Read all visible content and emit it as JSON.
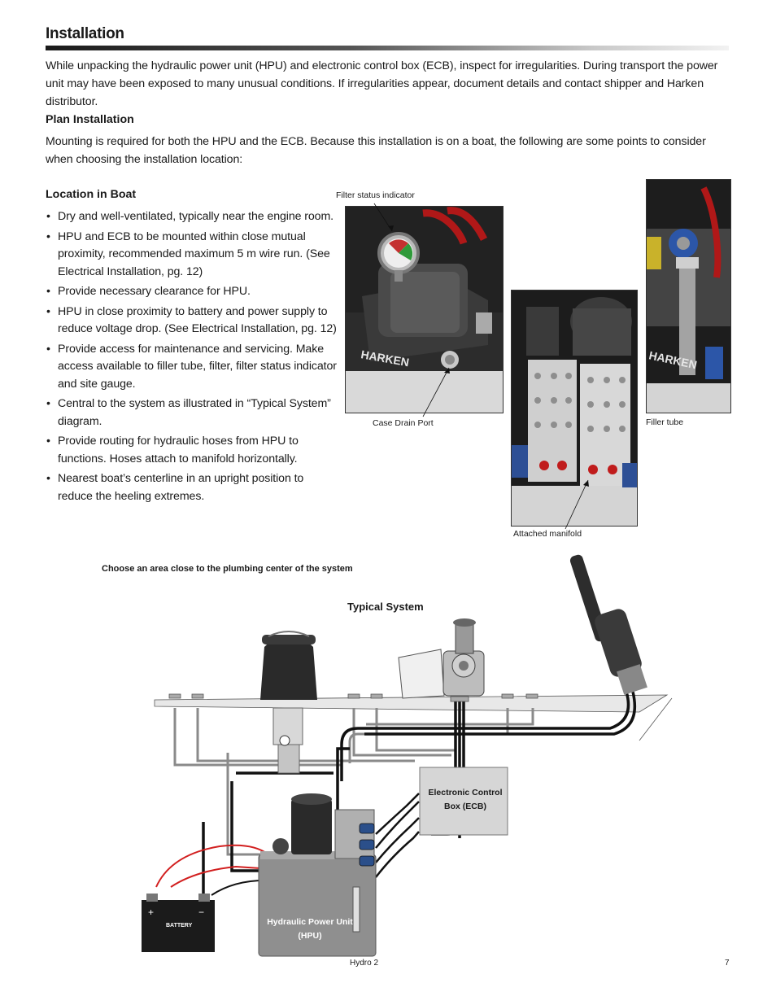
{
  "page": {
    "title": "Installation",
    "intro": "While unpacking the hydraulic power unit (HPU) and electronic control box (ECB), inspect for irregularities. During transport the power unit may have been exposed to many unusual conditions. If irregularities appear, document details and contact shipper and Harken distributor.",
    "plan_heading": "Plan Installation",
    "plan_text": "Mounting is required for both the HPU and the ECB. Because this installation is on a boat, the following are some points to consider when choosing the installation location:",
    "location_heading": "Location in Boat",
    "bullets": [
      "Dry and well-ventilated, typically near the engine room.",
      "HPU and ECB to be mounted within close mutual proximity, recommended maximum 5 m wire run. (See Electrical Installation, pg. 12)",
      "Provide necessary clearance for HPU.",
      "HPU in close proximity to battery and power supply to reduce voltage drop. (See Electrical Installation, pg. 12)",
      "Provide access for maintenance and servicing. Make access available to filler tube, filter, filter status indicator and site gauge.",
      "Central to the system as illustrated in “Typical System” diagram.",
      "Provide routing for hydraulic hoses from HPU to functions. Hoses attach to manifold horizontally.",
      "Nearest boat’s centerline in an upright position to reduce the heeling extremes."
    ]
  },
  "photos": {
    "filter_status_label": "Filter status indicator",
    "case_drain_label": "Case Drain Port",
    "filler_tube_label": "Filler tube",
    "manifold_label": "Attached manifold",
    "brand_text": "HARKEN"
  },
  "diagram": {
    "area_note": "Choose an area close to the plumbing center of the system",
    "title": "Typical System",
    "ecb_label": "Electronic Control Box (ECB)",
    "hpu_label": "Hydraulic Power Unit (HPU)",
    "battery_label": "BATTERY",
    "battery_plus": "+",
    "battery_minus": "−"
  },
  "footer": {
    "doc_name": "Hydro 2",
    "page_number": "7"
  },
  "colors": {
    "hose_black": "#111111",
    "hose_gray": "#8a8a8a",
    "wire_red": "#d21f1f",
    "hpu_gray": "#8f8f8f",
    "ecb_gray": "#d6d6d6",
    "valve_blue": "#2b4f8a"
  }
}
